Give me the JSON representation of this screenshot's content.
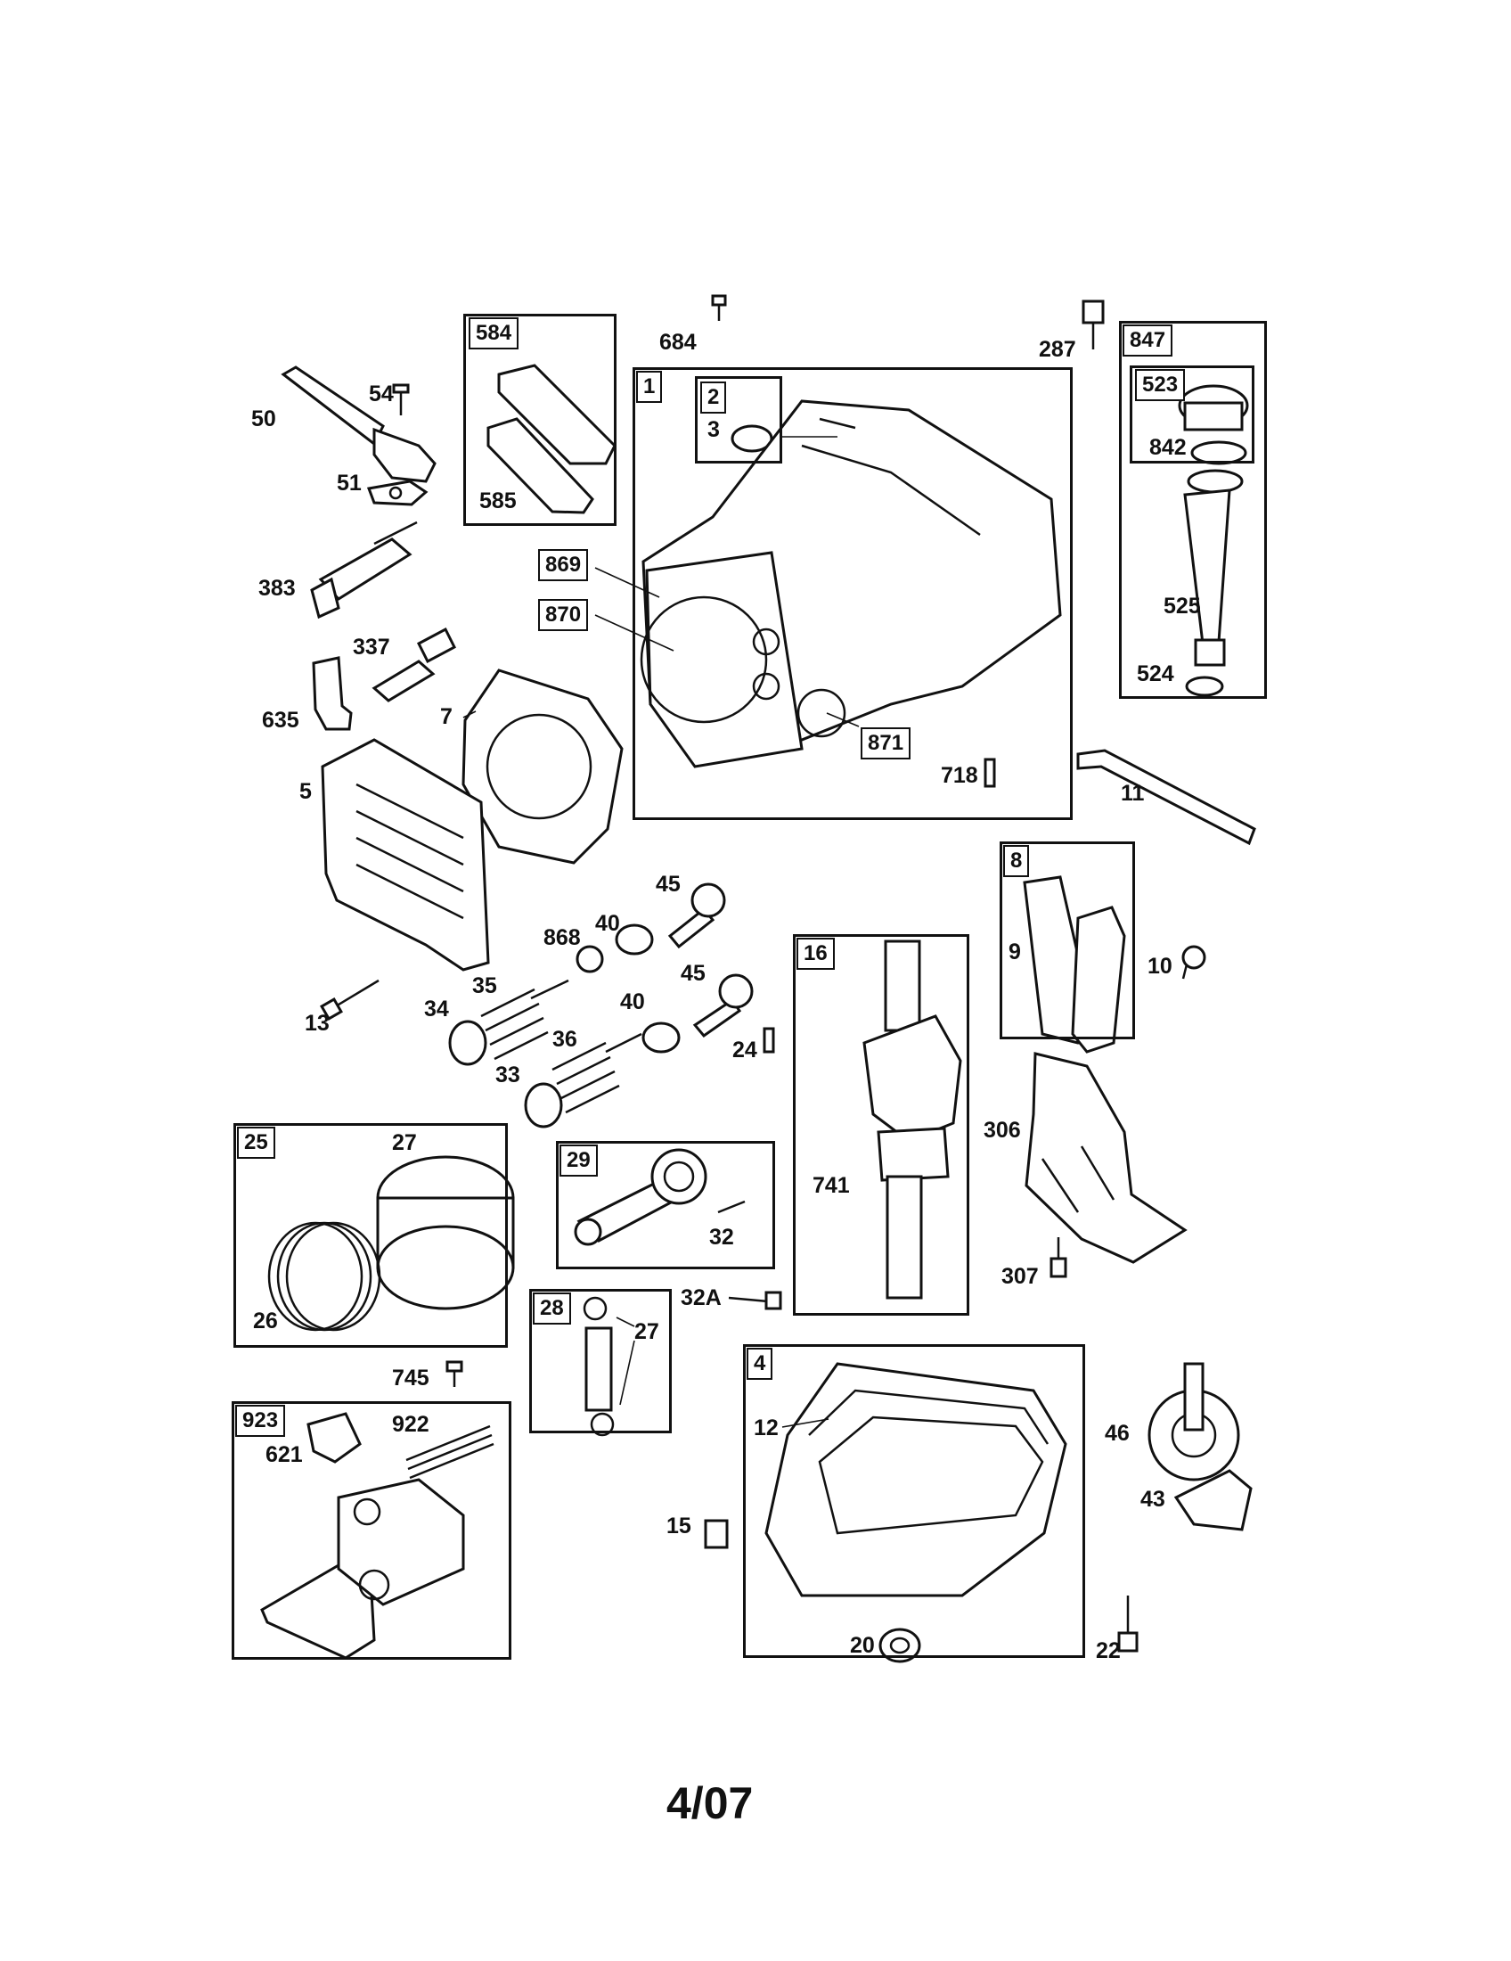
{
  "diagram": {
    "footer": "4/07",
    "group_boxes": {
      "b584": "584",
      "b1": "1",
      "b2": "2",
      "b847": "847",
      "b523": "523",
      "b869": "869",
      "b870": "870",
      "b871": "871",
      "b8": "8",
      "b16": "16",
      "b25": "25",
      "b29": "29",
      "b28": "28",
      "b4": "4",
      "b923": "923"
    },
    "labels": {
      "l50": "50",
      "l54": "54",
      "l51": "51",
      "l585": "585",
      "l684": "684",
      "l287": "287",
      "l3": "3",
      "l842": "842",
      "l525": "525",
      "l524": "524",
      "l383": "383",
      "l337": "337",
      "l635": "635",
      "l7": "7",
      "l5": "5",
      "l718": "718",
      "l11": "11",
      "l45a": "45",
      "l40a": "40",
      "l868": "868",
      "l45b": "45",
      "l40b": "40",
      "l9": "9",
      "l10": "10",
      "l13": "13",
      "l35": "35",
      "l34": "34",
      "l36": "36",
      "l33": "33",
      "l24": "24",
      "l27a": "27",
      "l26": "26",
      "l32": "32",
      "l741": "741",
      "l306": "306",
      "l307": "307",
      "l32A": "32A",
      "l27b": "27",
      "l745": "745",
      "l922": "922",
      "l621": "621",
      "l12": "12",
      "l15": "15",
      "l46": "46",
      "l43": "43",
      "l20": "20",
      "l22": "22"
    }
  }
}
